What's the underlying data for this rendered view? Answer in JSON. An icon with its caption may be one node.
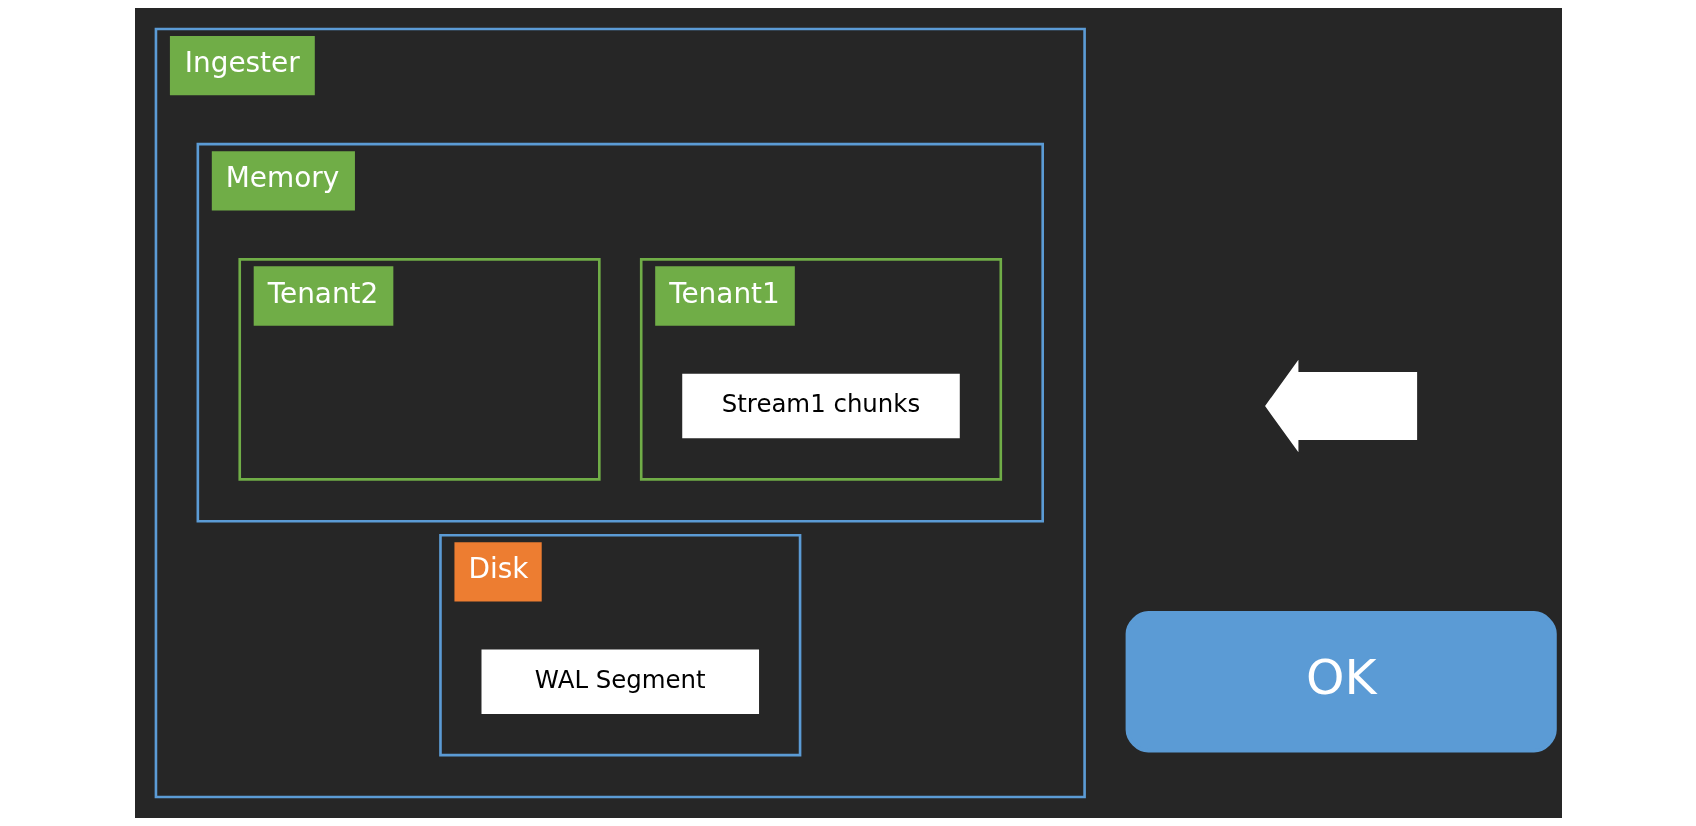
{
  "diagram": {
    "nodes": [
      {
        "text": [
          "Ingester"
        ]
      },
      {
        "text": [
          "Memory"
        ],
        "in": 0
      },
      {
        "text": [
          "Tenant1"
        ],
        "in": 1
      },
      {
        "text": [
          "Stream1 chunks"
        ],
        "in": 2
      },
      {
        "text": [
          "Tenant2"
        ],
        "in": 1
      },
      {
        "text": [
          "Disk"
        ],
        "in": 0
      },
      {
        "text": [
          "WAL Segment"
        ],
        "in": 5
      },
      {
        "text": [],
        "shape": "arrow"
      },
      {
        "text": [
          "OK"
        ]
      }
    ],
    "edges": []
  }
}
